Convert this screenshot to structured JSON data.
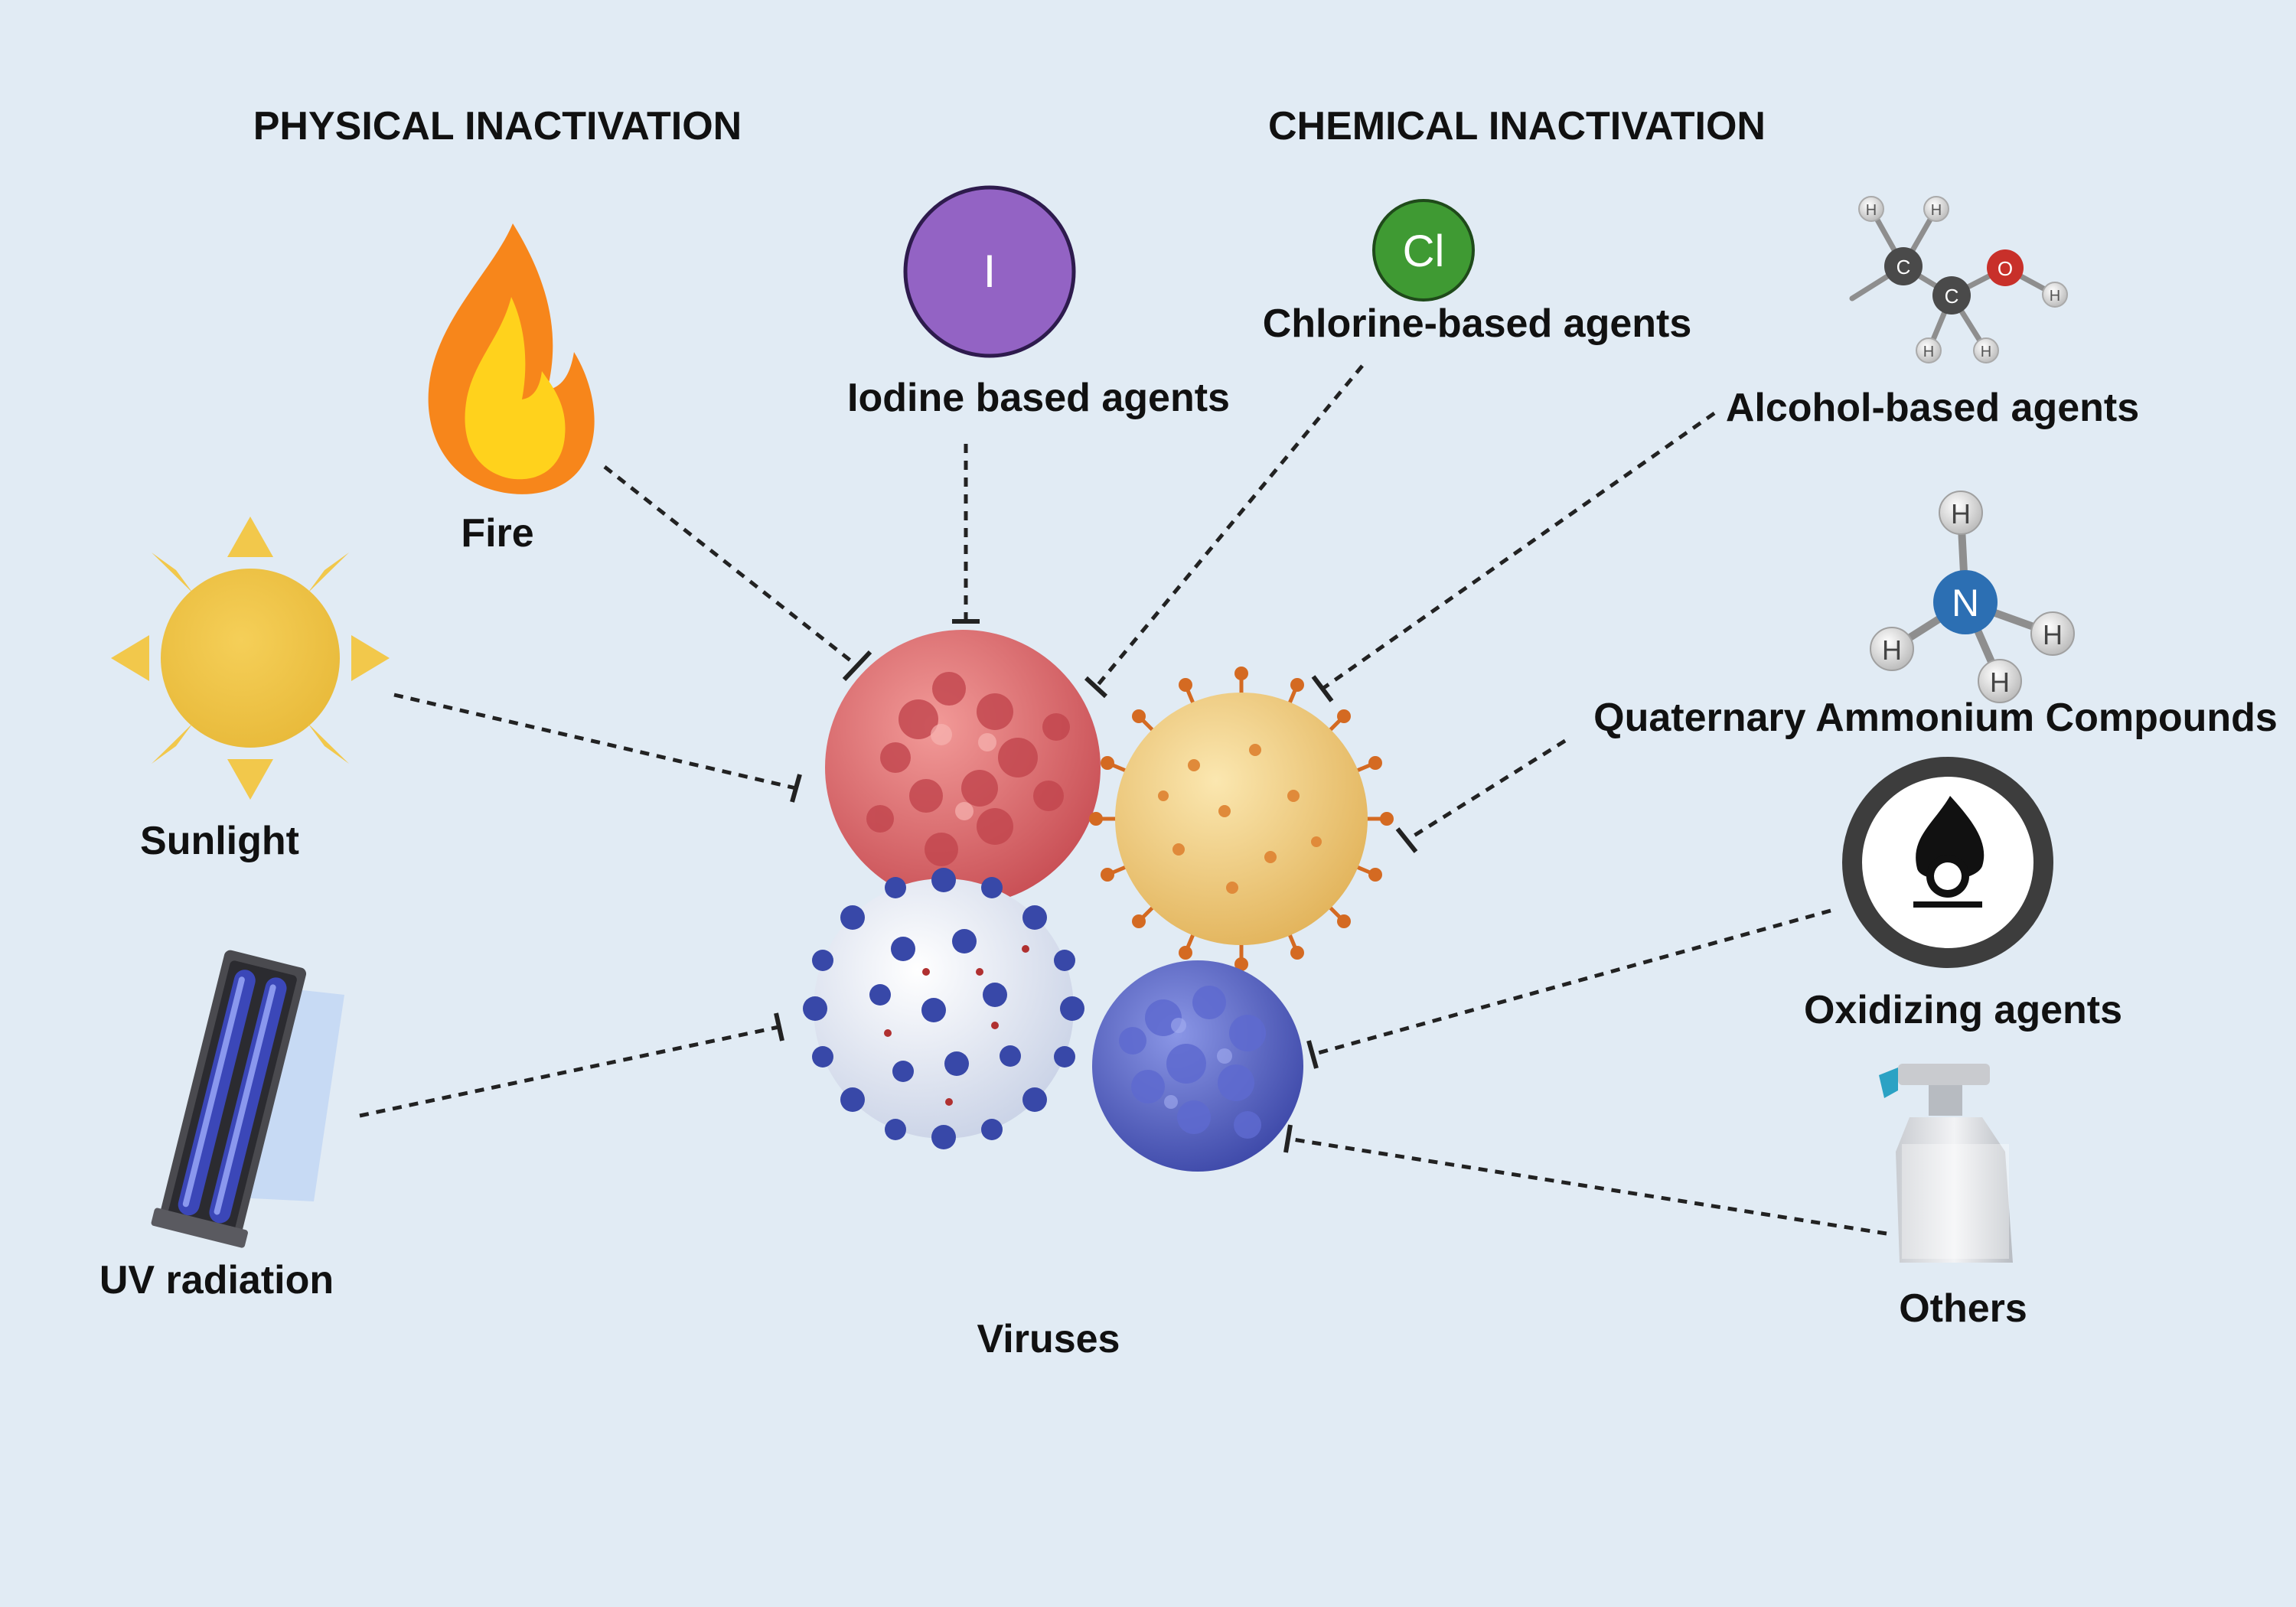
{
  "headings": {
    "physical": "PHYSICAL INACTIVATION",
    "chemical": "CHEMICAL INACTIVATION"
  },
  "agents": {
    "fire": "Fire",
    "sunlight": "Sunlight",
    "uv": "UV radiation",
    "iodine": "Iodine based agents",
    "chlorine": "Chlorine-based agents",
    "alcohol": "Alcohol-based agents",
    "quaternary": "Quaternary Ammonium Compounds",
    "oxidizing": "Oxidizing agents",
    "others": "Others"
  },
  "center": {
    "label": "Viruses"
  },
  "icons": {
    "iodine_symbol": "I",
    "chlorine_symbol": "Cl",
    "hydrogen": "H",
    "carbon": "C",
    "oxygen": "O",
    "nitrogen": "N"
  },
  "colors": {
    "background": "#e1ebf4",
    "iodine": "#9363c4",
    "chlorine": "#3f9a33",
    "nitrogen": "#2c6fb3",
    "oxygen": "#c8302a"
  }
}
